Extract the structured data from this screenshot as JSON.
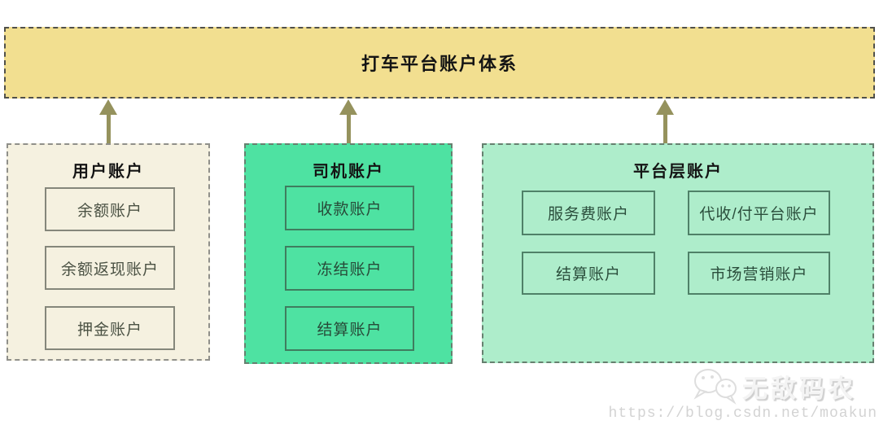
{
  "banner": {
    "title": "打车平台账户体系"
  },
  "groups": [
    {
      "id": "user",
      "title": "用户账户",
      "accounts": [
        "余额账户",
        "余额返现账户",
        "押金账户"
      ]
    },
    {
      "id": "driver",
      "title": "司机账户",
      "accounts": [
        "收款账户",
        "冻结账户",
        "结算账户"
      ]
    },
    {
      "id": "platform",
      "title": "平台层账户",
      "accounts": [
        "服务费账户",
        "代收/付平台账户",
        "结算账户",
        "市场营销账户"
      ]
    }
  ],
  "watermark": {
    "brand": "无敌码农",
    "url": "https://blog.csdn.net/moakun",
    "logo_icon": "chat-bubbles-icon"
  },
  "colors": {
    "banner_fill": "#f2df90",
    "user_group_fill": "#f5f1e0",
    "driver_group_fill": "#4ee2a2",
    "platform_group_fill": "#aeedcb",
    "arrow": "#95925d"
  }
}
